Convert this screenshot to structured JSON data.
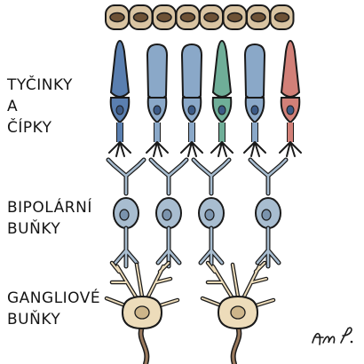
{
  "labels": {
    "rods_cones": [
      "TYČINKY",
      "A",
      "ČÍPKY"
    ],
    "bipolar": [
      "BIPOLÁRNÍ",
      "BUŇKY"
    ],
    "ganglion": [
      "GANGLIOVÉ",
      "BUŇKY"
    ]
  },
  "signature": "Am P.",
  "colors": {
    "outline": "#1a1a1a",
    "pigment_cell": "#d9c4a2",
    "pigment_nucleus": "#6e5236",
    "rod_blue_dark": "#5a7fb0",
    "rod_blue_light": "#8aa8c8",
    "cone_green": "#6fae98",
    "cone_red": "#d28078",
    "bipolar_cell": "#a8bdd0",
    "ganglion_cell": "#eddcba",
    "ganglion_nucleus": "#cdb58a",
    "axon": "#9a7a5e"
  }
}
